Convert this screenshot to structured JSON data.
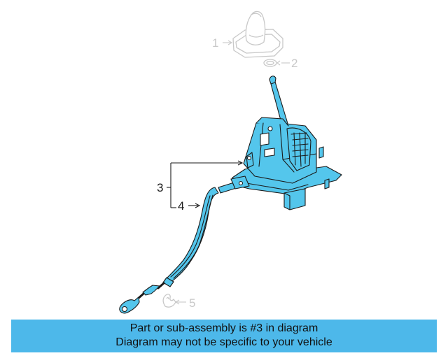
{
  "callouts": [
    {
      "number": "1",
      "state": "inactive"
    },
    {
      "number": "2",
      "state": "inactive"
    },
    {
      "number": "3",
      "state": "active"
    },
    {
      "number": "4",
      "state": "active"
    },
    {
      "number": "5",
      "state": "inactive"
    }
  ],
  "banner": {
    "line1": "Part or sub-assembly is #3 in diagram",
    "line2": "Diagram may not be specific to your vehicle"
  },
  "colors": {
    "highlight_fill": "#54c6ec",
    "line": "#1a1a1a",
    "ghost": "#c8c8c8",
    "banner_bg": "#4db8ea"
  }
}
